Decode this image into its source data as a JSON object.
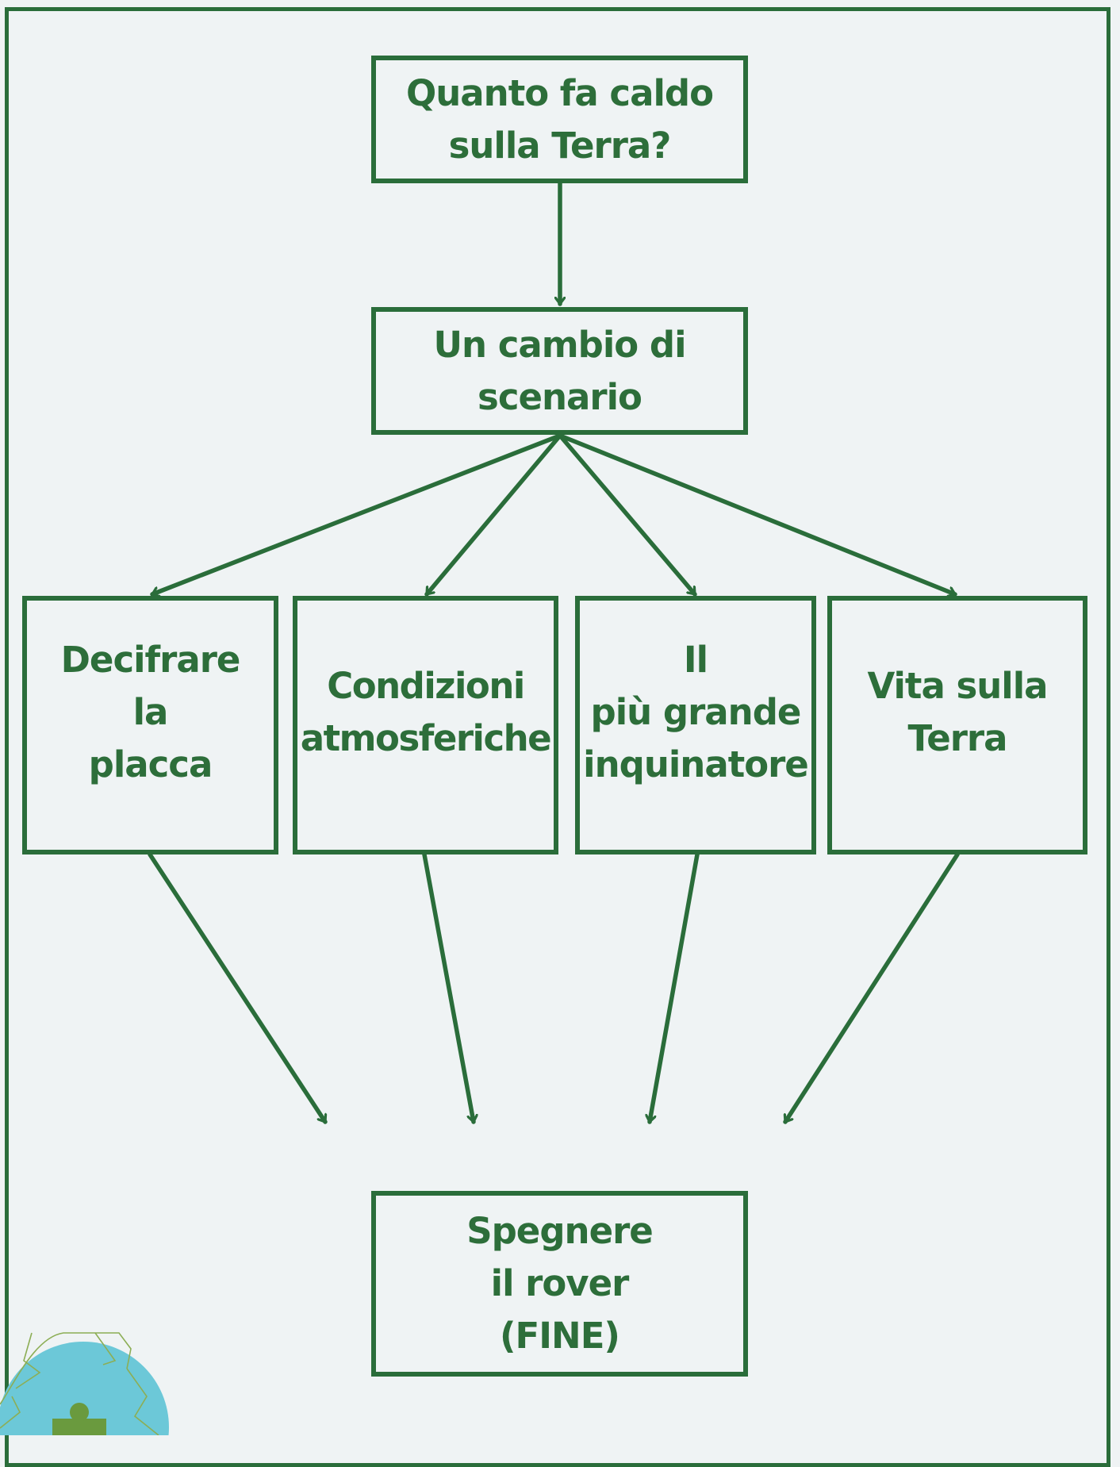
{
  "colors": {
    "stroke": "#2a6d3a",
    "text": "#2d6e3a",
    "background": "#eff3f4"
  },
  "nodes": {
    "start": "Quanto fa caldo\nsulla Terra?",
    "scenario": "Un cambio di\nscenario",
    "placca": "Decifrare\nla\nplacca",
    "atmosfera": "Condizioni\natmosferiche",
    "inquinatore": "Il\npiù grande\ninquinatore",
    "vita": "Vita sulla\nTerra",
    "fine": "Spegnere\nil rover\n(FINE)"
  },
  "decoration": {
    "icon": "recycle-globe-puzzle-icon"
  }
}
